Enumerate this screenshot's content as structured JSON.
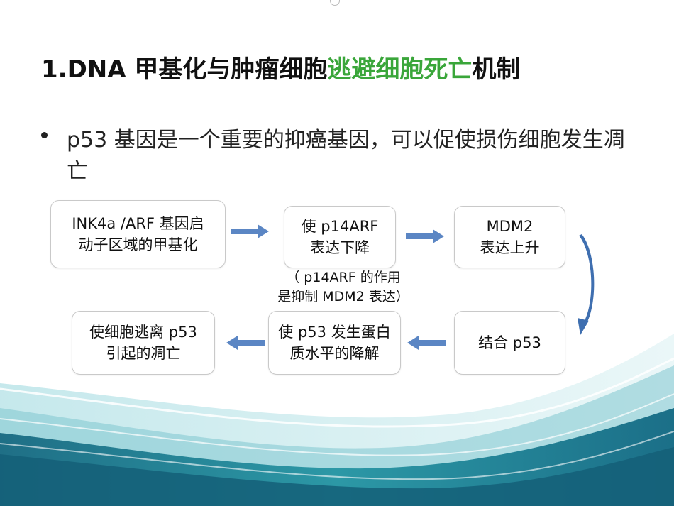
{
  "slide": {
    "title_prefix": "1.DNA 甲基化与肿瘤细胞",
    "title_highlight": "逃避细胞死亡",
    "title_suffix": "机制",
    "bullet": "p53 基因是一个重要的抑癌基因，可以促使损伤细胞发生凋亡"
  },
  "flow": {
    "step1": "INK4a /ARF  基因启\n动子区域的甲基化",
    "step2": "使 p14ARF\n表达下降",
    "step3": "MDM2\n表达上升",
    "step4": "结合 p53",
    "step5": "使 p53 发生蛋白\n质水平的降解",
    "step6": "使细胞逃离 p53\n引起的凋亡",
    "note": "（ p14ARF 的作用\n是抑制 MDM2 表达）"
  },
  "colors": {
    "title_highlight": "#3aa63a",
    "arrow": "#5b86c4",
    "wave_dark": "#2c8a9a",
    "wave_light": "#8fd0d8"
  },
  "icons": [
    "right-arrow-icon",
    "curved-arrow-icon",
    "left-arrow-icon"
  ]
}
